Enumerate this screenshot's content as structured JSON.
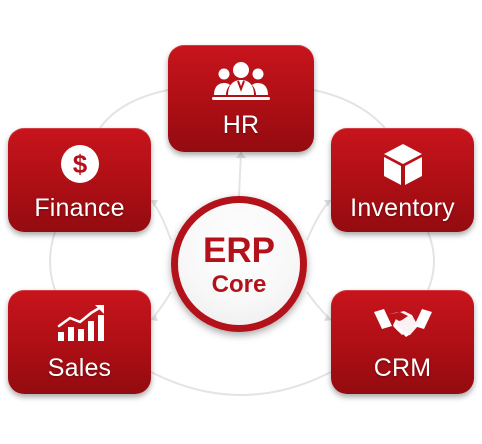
{
  "core": {
    "title": "ERP",
    "subtitle": "Core"
  },
  "modules": {
    "hr": {
      "label": "HR",
      "icon": "team-users-icon"
    },
    "finance": {
      "label": "Finance",
      "icon": "dollar-coin-icon"
    },
    "inventory": {
      "label": "Inventory",
      "icon": "box-cube-icon"
    },
    "sales": {
      "label": "Sales",
      "icon": "bar-chart-trend-icon"
    },
    "crm": {
      "label": "CRM",
      "icon": "handshake-icon"
    }
  },
  "colors": {
    "primary_red": "#b3121a",
    "module_text": "#ffffff",
    "background": "#ffffff",
    "connector": "#e6e6e6"
  }
}
